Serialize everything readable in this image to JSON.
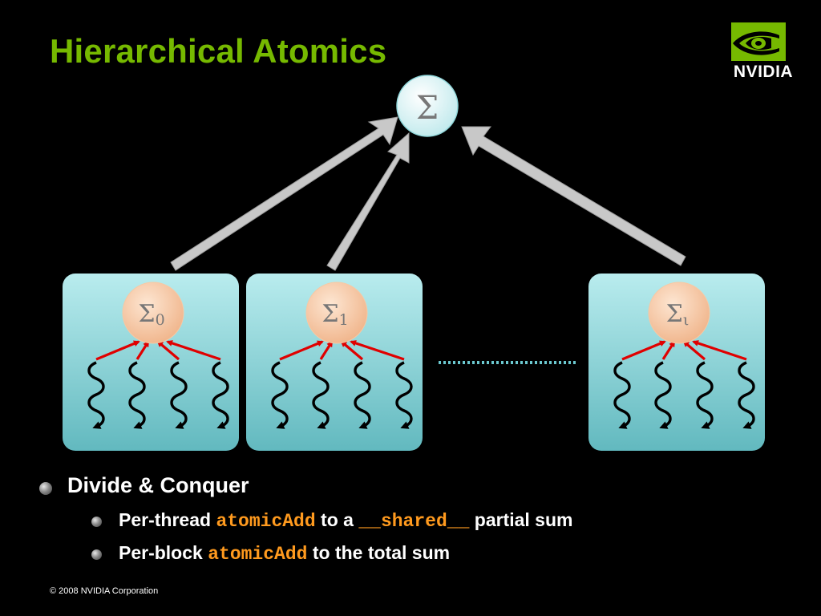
{
  "slide": {
    "title": "Hierarchical Atomics",
    "copyright": "© 2008 NVIDIA Corporation"
  },
  "logo": {
    "text": "NVIDIA",
    "mark": "nvidia-eye-icon",
    "color": "#76b900"
  },
  "diagram": {
    "total_label": "Σ",
    "blocks": [
      {
        "sigma": "Σ",
        "sub": "0"
      },
      {
        "sigma": "Σ",
        "sub": "1"
      },
      {
        "sigma": "Σ",
        "sub": "ι"
      }
    ],
    "threads_per_block": 4
  },
  "bullets": {
    "main": "Divide & Conquer",
    "sub1": {
      "pre": "Per-thread ",
      "code1": "atomicAdd",
      "mid": " to a ",
      "code2": "__shared__",
      "post": " partial sum"
    },
    "sub2": {
      "pre": "Per-block ",
      "code1": "atomicAdd",
      "post": " to the total sum"
    }
  },
  "colors": {
    "title": "#76b900",
    "block_fill": "#8fd6da",
    "node_fill": "#f6c7a0",
    "thread_arrow": "#e00000",
    "code": "#ff9a1e"
  }
}
